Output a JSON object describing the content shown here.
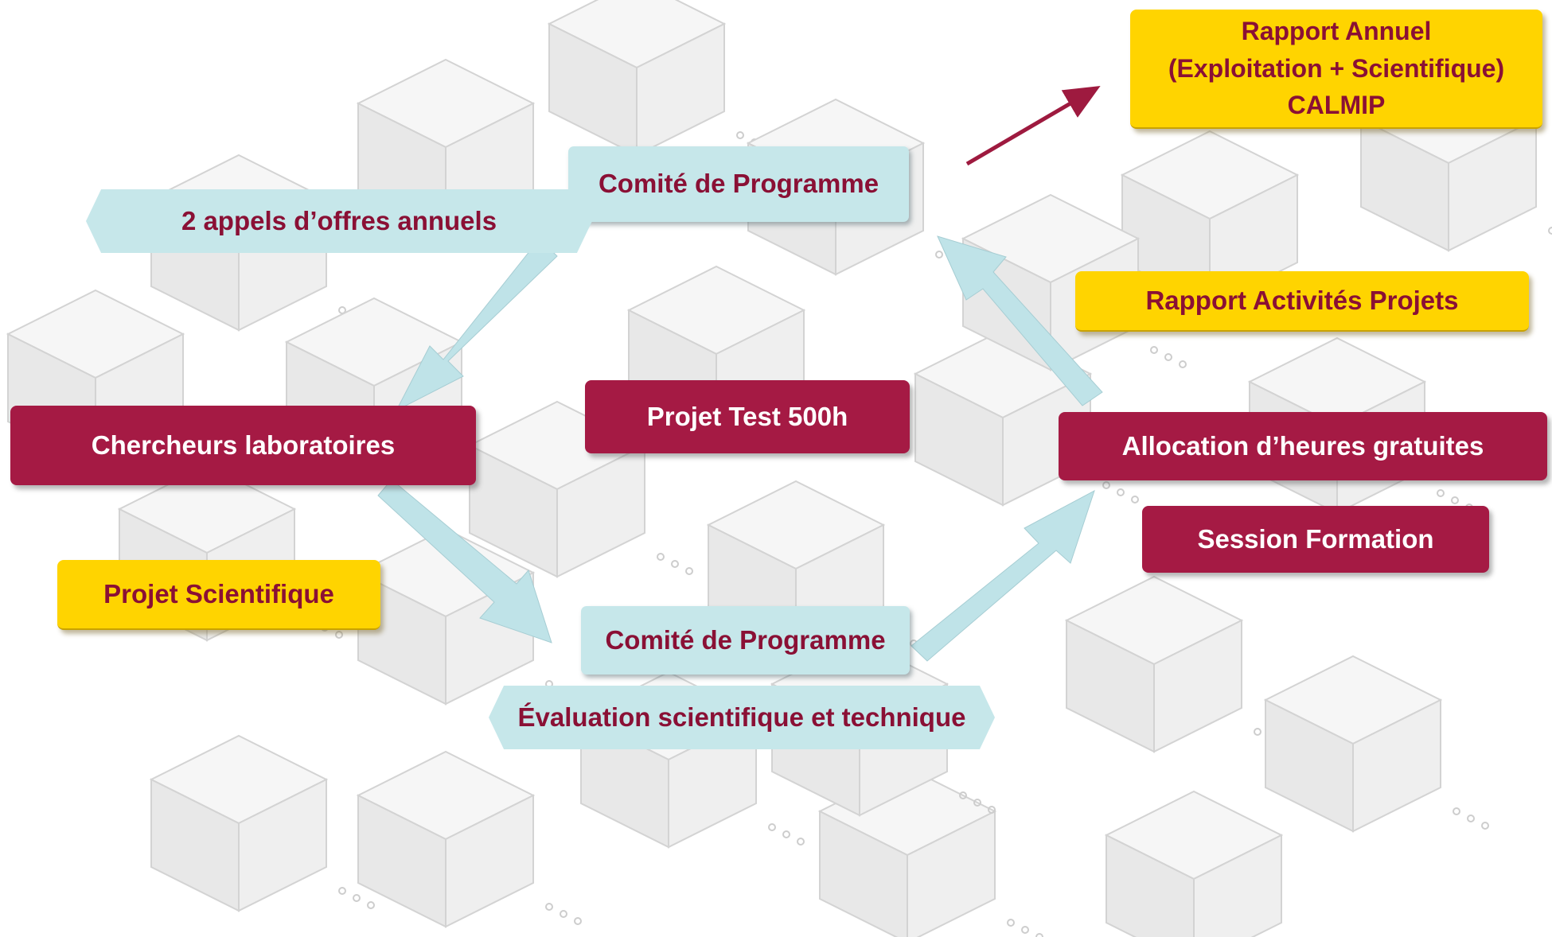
{
  "nodes": {
    "rapport_annuel": {
      "lines": [
        "Rapport Annuel",
        "(Exploitation + Scientifique)",
        "CALMIP"
      ]
    },
    "comite_top": {
      "label": "Comité de Programme"
    },
    "appels": {
      "label": "2 appels d’offres annuels"
    },
    "rapport_activites": {
      "label": "Rapport Activités Projets"
    },
    "chercheurs": {
      "label": "Chercheurs laboratoires"
    },
    "projet_test": {
      "label": "Projet Test 500h"
    },
    "allocation": {
      "label": "Allocation d’heures gratuites"
    },
    "session_formation": {
      "label": "Session Formation"
    },
    "projet_scientifique": {
      "label": "Projet Scientifique"
    },
    "comite_bottom": {
      "label": "Comité de Programme"
    },
    "evaluation": {
      "label": "Évaluation scientifique et technique"
    }
  },
  "colors": {
    "crimson": "#a51a44",
    "yellow": "#ffd400",
    "teal": "#c6e7ea",
    "dark_red_text": "#8a1035",
    "arrow_red": "#9e1a3f",
    "arrow_teal": "#bfe3e8"
  }
}
